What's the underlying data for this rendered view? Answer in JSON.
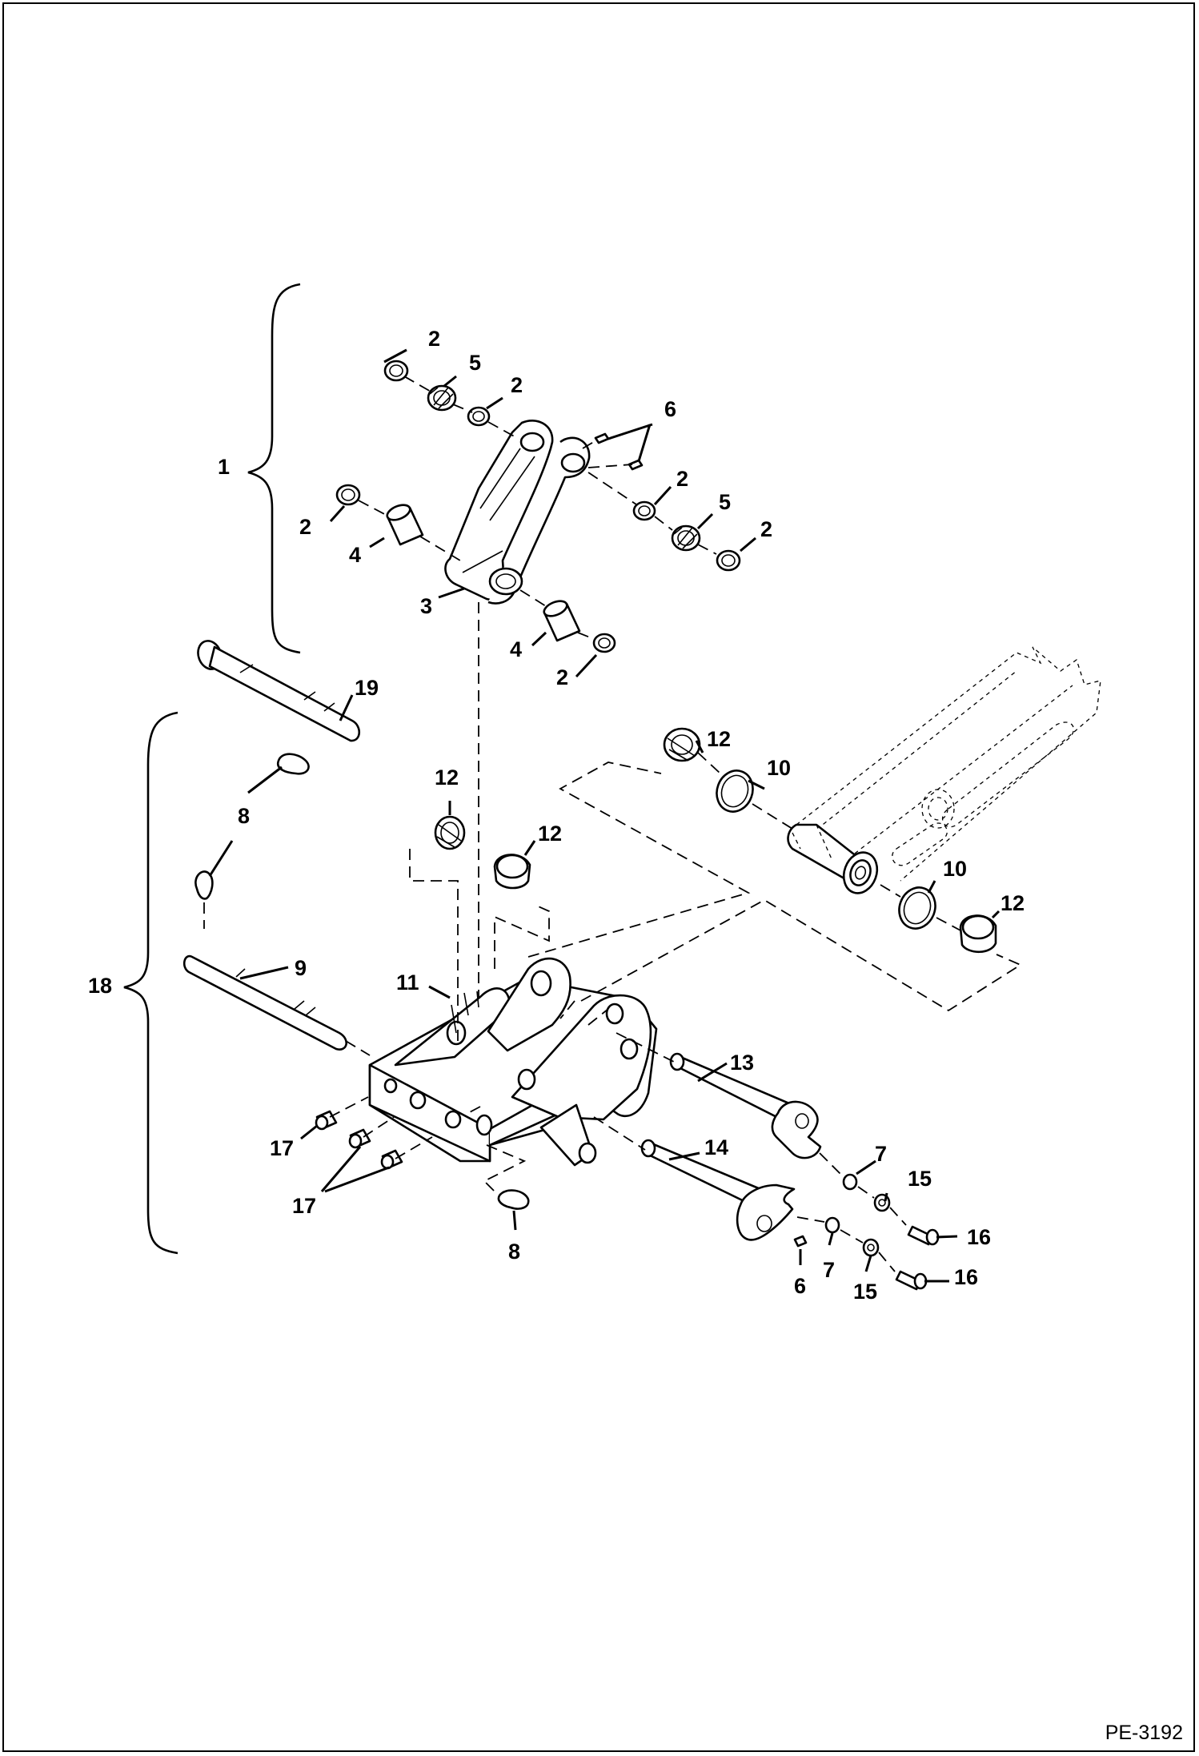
{
  "document": {
    "id": "PE-3192"
  },
  "callouts": {
    "c1": "1",
    "c2a": "2",
    "c2b": "2",
    "c2c": "2",
    "c2d": "2",
    "c2e": "2",
    "c2f": "2",
    "c3": "3",
    "c4a": "4",
    "c4b": "4",
    "c5a": "5",
    "c5b": "5",
    "c6a": "6",
    "c6b": "6",
    "c7a": "7",
    "c7b": "7",
    "c8a": "8",
    "c8b": "8",
    "c9": "9",
    "c10a": "10",
    "c10b": "10",
    "c11": "11",
    "c12a": "12",
    "c12b": "12",
    "c12c": "12",
    "c12d": "12",
    "c13": "13",
    "c14": "14",
    "c15a": "15",
    "c15b": "15",
    "c16a": "16",
    "c16b": "16",
    "c17a": "17",
    "c17b": "17",
    "c18": "18",
    "c19": "19"
  }
}
